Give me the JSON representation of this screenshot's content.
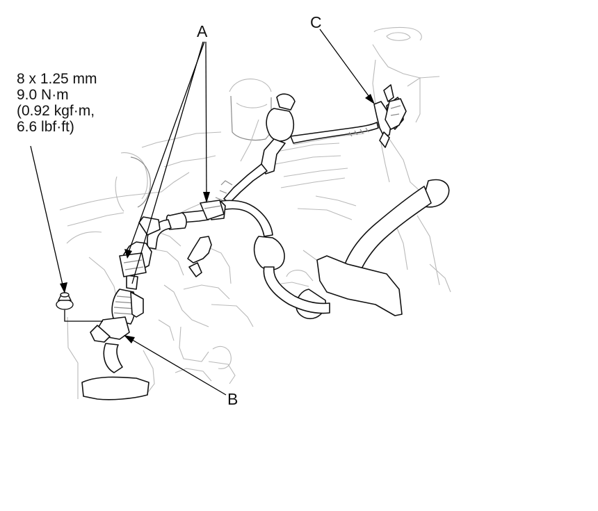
{
  "torque_spec": {
    "bolt_size": "8 x 1.25 mm",
    "torque_nm": "9.0 N·m",
    "torque_kgfm": "(0.92 kgf·m,",
    "torque_lbfft": "6.6 lbf·ft)"
  },
  "callouts": {
    "a": "A",
    "b": "B",
    "c": "C"
  },
  "icons": {
    "bolt": "flange-bolt-icon",
    "harness": "wire-harness",
    "connector": "connector-icon"
  }
}
